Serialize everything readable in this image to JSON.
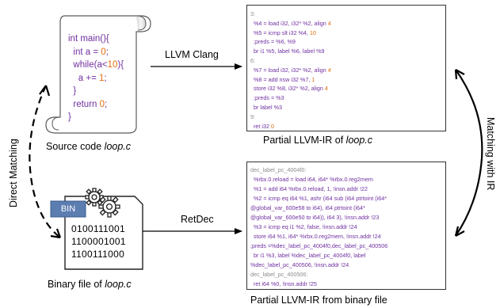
{
  "source_code": {
    "lines": [
      [
        {
          "t": "int ",
          "c": "kw"
        },
        {
          "t": "main(){",
          "c": "kw"
        }
      ],
      [
        {
          "t": "  int ",
          "c": "kw"
        },
        {
          "t": "a = ",
          "c": "kw"
        },
        {
          "t": "0",
          "c": "num"
        },
        {
          "t": ";",
          "c": "kw"
        }
      ],
      [
        {
          "t": "  while",
          "c": "kw"
        },
        {
          "t": "(a<",
          "c": "kw"
        },
        {
          "t": "10",
          "c": "num"
        },
        {
          "t": "){",
          "c": "kw"
        }
      ],
      [
        {
          "t": "    a += ",
          "c": "kw"
        },
        {
          "t": "1",
          "c": "num"
        },
        {
          "t": ";",
          "c": "kw"
        }
      ],
      [
        {
          "t": "  }",
          "c": "kw"
        }
      ],
      [
        {
          "t": "  return ",
          "c": "kw"
        },
        {
          "t": "0",
          "c": "num"
        },
        {
          "t": ";",
          "c": "kw"
        }
      ],
      [
        {
          "t": "}",
          "c": "kw"
        }
      ]
    ],
    "caption_prefix": "Source code ",
    "caption_file": "loop.c"
  },
  "binary": {
    "badge": "BIN",
    "bits": [
      "0100111001",
      "1100001001",
      "1100111000"
    ],
    "caption_prefix": "Binary file of ",
    "caption_file": "loop.c"
  },
  "ir_top": {
    "lines": [
      [
        {
          "t": "3:",
          "c": "gray"
        }
      ],
      [
        {
          "t": "  %4 = load i32, i32* %2, align ",
          "c": "pur"
        },
        {
          "t": "4",
          "c": "ora"
        }
      ],
      [
        {
          "t": "  %5 = icmp slt i32 %4, ",
          "c": "pur"
        },
        {
          "t": "10",
          "c": "ora"
        }
      ],
      [
        {
          "t": "  ;preds = %6, %9",
          "c": "pur"
        }
      ],
      [
        {
          "t": "  br i1 %5, label %6, label %9",
          "c": "pur"
        }
      ],
      [
        {
          "t": "6:",
          "c": "gray"
        }
      ],
      [
        {
          "t": "  %7 = load i32, i32* %2, align ",
          "c": "pur"
        },
        {
          "t": "4",
          "c": "ora"
        }
      ],
      [
        {
          "t": "  %8 = add nsw i32 %7, ",
          "c": "pur"
        },
        {
          "t": "1",
          "c": "ora"
        }
      ],
      [
        {
          "t": "  store i32 %8, i32* %2, align ",
          "c": "pur"
        },
        {
          "t": "4",
          "c": "ora"
        }
      ],
      [
        {
          "t": "  ;preds = %3",
          "c": "pur"
        }
      ],
      [
        {
          "t": "  br label %3",
          "c": "pur"
        }
      ],
      [
        {
          "t": "9:",
          "c": "gray"
        }
      ],
      [
        {
          "t": "  ret i32 ",
          "c": "pur"
        },
        {
          "t": "0",
          "c": "ora"
        }
      ]
    ],
    "caption_prefix": "Partial LLVM-IR of ",
    "caption_file": "loop.c"
  },
  "ir_bottom": {
    "lines": [
      [
        {
          "t": "dec_label_pc_4004f0:",
          "c": "gray"
        }
      ],
      [
        {
          "t": "  %rbx.0.reload = load i64, i64* %rbx.0.reg2mem",
          "c": "pur"
        }
      ],
      [
        {
          "t": "  %1 = add i64 %rbx.0.reload, 1, !insn.addr !22",
          "c": "pur"
        }
      ],
      [
        {
          "t": "  %2 = icmp eq i64 %1, ashr (i64 sub (i64 ptrtoint (i64*",
          "c": "pur"
        }
      ],
      [
        {
          "t": "@global_var_600e58 to i64), i64 ptrtoint (i64*",
          "c": "pur"
        }
      ],
      [
        {
          "t": "@global_var_600e50 to i64)), i64 3), !insn.addr !23",
          "c": "pur"
        }
      ],
      [
        {
          "t": "  %3 = icmp eq i1 %2, false, !insn.addr !24",
          "c": "pur"
        }
      ],
      [
        {
          "t": "  store i64 %1, i64* %rbx.0.reg2mem, !insn.addr !24",
          "c": "pur"
        }
      ],
      [
        {
          "t": ";preds =%dec_label_pc_4004f0,dec_label_pc_400506",
          "c": "pur"
        }
      ],
      [
        {
          "t": "  br i1 %3, label %dec_label_pc_4004f0, label",
          "c": "pur"
        }
      ],
      [
        {
          "t": "%dec_label_pc_400506, !insn.addr !24",
          "c": "pur"
        }
      ],
      [
        {
          "t": "dec_label_pc_400506:",
          "c": "gray"
        }
      ],
      [
        {
          "t": "  ret i64 %0, !insn.addr !25",
          "c": "pur"
        }
      ]
    ],
    "caption": "Partial LLVM-IR from binary file"
  },
  "edges": {
    "llvm_clang": "LLVM Clang",
    "retdec": "RetDec",
    "direct_matching": "Direct Matching",
    "matching_with_ir": "Matching with IR"
  }
}
